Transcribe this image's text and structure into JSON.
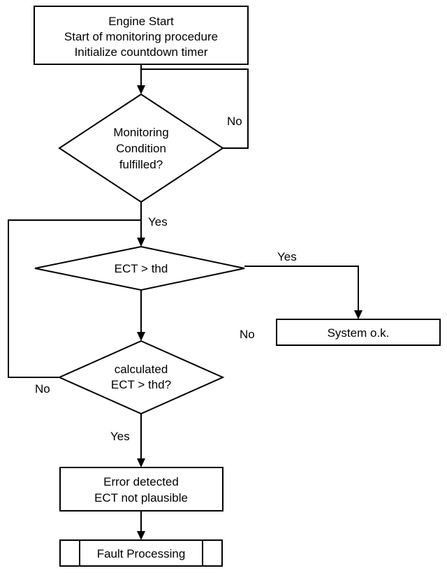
{
  "start_box": {
    "line1": "Engine Start",
    "line2": "Start of monitoring procedure",
    "line3": "Initialize countdown timer"
  },
  "decision_monitoring": {
    "line1": "Monitoring",
    "line2": "Condition",
    "line3": "fulfilled?"
  },
  "decision_ect": {
    "label": "ECT > thd"
  },
  "decision_calculated": {
    "line1": "calculated",
    "line2": "ECT > thd?"
  },
  "system_ok_box": {
    "label": "System o.k."
  },
  "error_box": {
    "line1": "Error detected",
    "line2": "ECT not plausible"
  },
  "fault_box": {
    "label": "Fault Processing"
  },
  "edge_labels": {
    "no_monitoring": "No",
    "yes_monitoring": "Yes",
    "yes_ect": "Yes",
    "no_ect": "No",
    "no_calculated": "No",
    "yes_calculated": "Yes"
  }
}
